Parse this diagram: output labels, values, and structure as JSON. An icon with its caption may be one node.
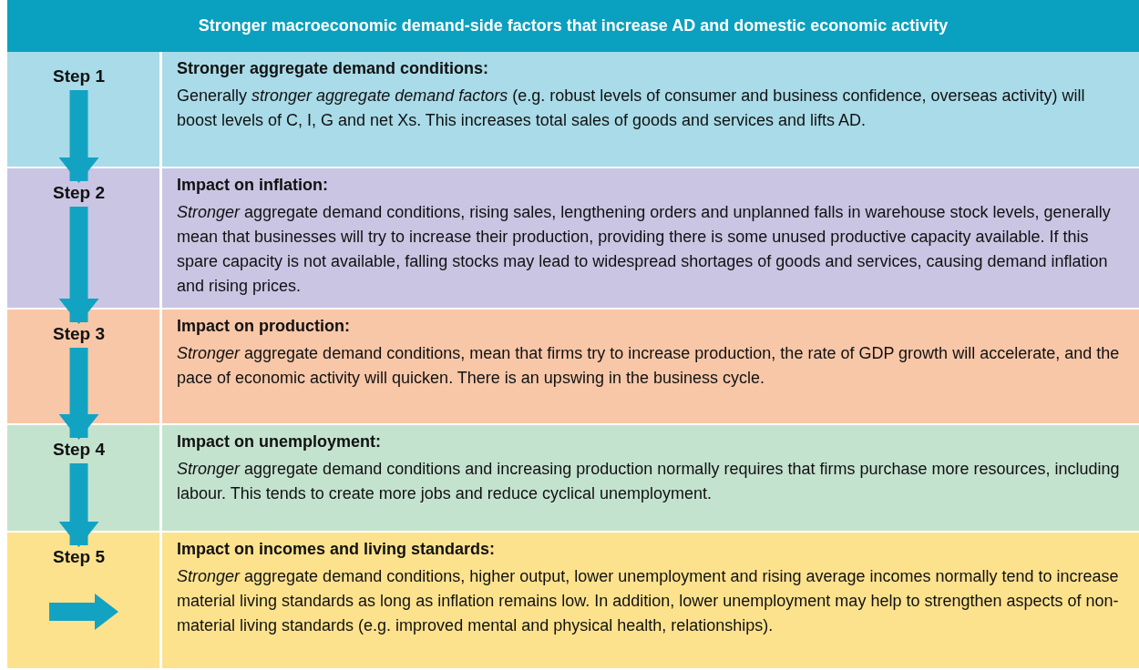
{
  "diagram": {
    "nodes": [
      {
        "text": [
          "Stronger macroeconomic demand-side factors that increase AD and domestic economic activity"
        ]
      },
      {
        "text": [
          "Step 1"
        ]
      },
      {
        "text": [
          "Stronger aggregate demand conditions:",
          "Generally *stronger aggregate demand factors* (e.g. robust levels of consumer and business confidence, overseas activity) will boost levels of C, I, G and net Xs. This increases total sales of goods and services and lifts AD."
        ]
      },
      {
        "text": [
          "Step 2"
        ]
      },
      {
        "text": [
          "Impact on inflation:",
          "*Stronger* aggregate demand conditions, rising sales, lengthening orders and unplanned falls in warehouse stock levels, generally mean that businesses will try to increase their production, providing there is some unused productive capacity available. If this spare capacity is not available, falling stocks may lead to widespread shortages of goods and services, causing demand inflation and rising prices."
        ]
      },
      {
        "text": [
          "Step 3"
        ]
      },
      {
        "text": [
          "Impact on production:",
          "*Stronger* aggregate demand conditions, mean that firms try to increase production, the rate of GDP growth will accelerate, and the pace of economic activity will quicken. There is an upswing in the business cycle."
        ]
      },
      {
        "text": [
          "Step 4"
        ]
      },
      {
        "text": [
          "Impact on unemployment:",
          "*Stronger* aggregate demand conditions and increasing production normally requires that firms purchase more resources, including labour. This tends to create more jobs and reduce cyclical unemployment."
        ]
      },
      {
        "text": [
          "Step 5"
        ]
      },
      {
        "text": [
          "Impact on incomes and living standards:",
          "*Stronger* aggregate demand conditions, higher output, lower unemployment and rising average incomes normally tend to increase material living standards as long as inflation remains low. In addition, lower unemployment may help to strengthen aspects of non-material living standards (e.g. improved mental and physical health, relationships)."
        ]
      }
    ],
    "edges": [
      {
        "from": 1,
        "to": 3,
        "arrow": "to"
      },
      {
        "from": 3,
        "to": 5,
        "arrow": "to"
      },
      {
        "from": 5,
        "to": 7,
        "arrow": "to"
      },
      {
        "from": 7,
        "to": 9,
        "arrow": "to"
      }
    ]
  }
}
